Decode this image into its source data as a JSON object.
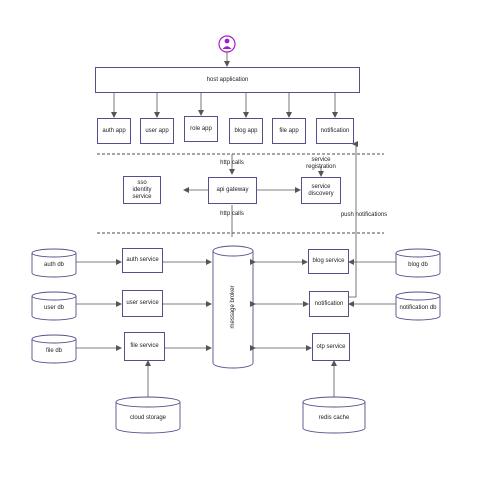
{
  "colors": {
    "stroke": "#5b4d8a",
    "arrow": "#555555",
    "dashed": "#888888",
    "user_icon": "#a020c8"
  },
  "icons": {
    "user": "user-icon"
  },
  "labels": {
    "host_application": "host application",
    "auth_app": "auth app",
    "user_app": "user app",
    "role_app": "role app",
    "blog_app": "blog app",
    "file_app": "file app",
    "notification_app": "notification",
    "http_calls_top": "http calls",
    "service_registration": "service\nregistration",
    "sso": "sso\nidentity\nservice",
    "api_gateway": "api gateway",
    "service_discovery": "service\ndiscovery",
    "http_calls_bottom": "http calls",
    "push_notifications": "push notifications",
    "auth_db": "auth db",
    "user_db": "user db",
    "file_db": "file db",
    "auth_service": "auth service",
    "user_service": "user service",
    "file_service": "file service",
    "message_broker": "message broker",
    "blog_service": "blog service",
    "notification_service": "notification",
    "otp_service": "otp service",
    "blog_db": "blog db",
    "notification_db": "notification db",
    "cloud_storage": "cloud storage",
    "redis_cache": "redis cache"
  }
}
